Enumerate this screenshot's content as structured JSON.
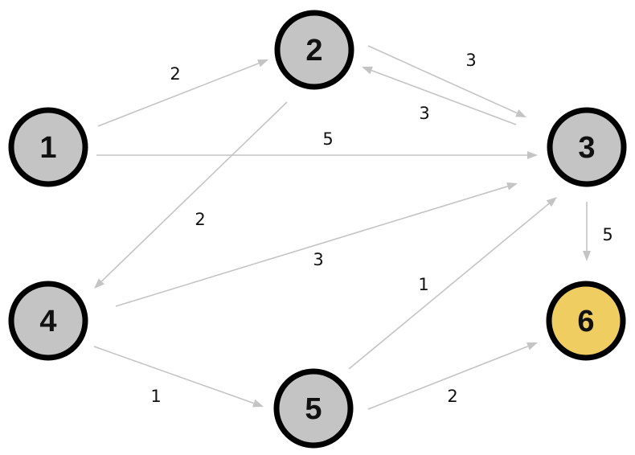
{
  "colors": {
    "node_default": "#c4c4c4",
    "node_highlight": "#f0cd60",
    "node_border": "#000000",
    "edge": "#c4c4c4"
  },
  "nodes": [
    {
      "id": "1",
      "label": "1",
      "highlight": false
    },
    {
      "id": "2",
      "label": "2",
      "highlight": false
    },
    {
      "id": "3",
      "label": "3",
      "highlight": false
    },
    {
      "id": "4",
      "label": "4",
      "highlight": false
    },
    {
      "id": "5",
      "label": "5",
      "highlight": false
    },
    {
      "id": "6",
      "label": "6",
      "highlight": true
    }
  ],
  "edges": [
    {
      "from": "1",
      "to": "2",
      "weight": "2"
    },
    {
      "from": "1",
      "to": "3",
      "weight": "5"
    },
    {
      "from": "2",
      "to": "3",
      "weight": "3"
    },
    {
      "from": "3",
      "to": "2",
      "weight": "3"
    },
    {
      "from": "2",
      "to": "4",
      "weight": "2"
    },
    {
      "from": "4",
      "to": "3",
      "weight": "3"
    },
    {
      "from": "4",
      "to": "5",
      "weight": "1"
    },
    {
      "from": "5",
      "to": "3",
      "weight": "1"
    },
    {
      "from": "5",
      "to": "6",
      "weight": "2"
    },
    {
      "from": "3",
      "to": "6",
      "weight": "5"
    }
  ]
}
